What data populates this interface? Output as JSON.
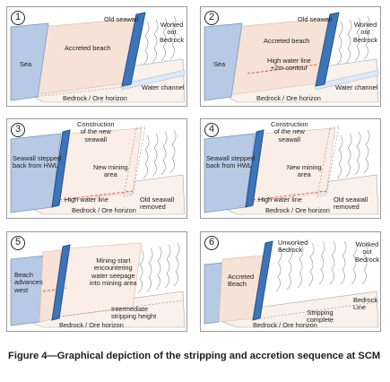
{
  "panels": [
    {
      "number": "1",
      "labels": {
        "old_seawall": "Old seawall",
        "worked_out_bedrock": "Worked\nout\nBedrock",
        "accreted_beach": "Accreted beach",
        "sea": "Sea",
        "water_channel": "Water channel",
        "bedrock_ore": "Bedrock / Ore horizon"
      }
    },
    {
      "number": "2",
      "labels": {
        "old_seawall": "Old seawall",
        "worked_out_bedrock": "Worked\nout\nBedrock",
        "accreted_beach": "Accreted beach",
        "sea": "Sea",
        "high_water_line": "High water line\n+2m contour",
        "water_channel": "Water channel",
        "bedrock_ore": "Bedrock / Ore horizon"
      }
    },
    {
      "number": "3",
      "labels": {
        "construction": "Construction\nof the new\nseawall",
        "seawall_stepped": "Seawall stepped\nback from HWL",
        "new_mining_area": "New mining\narea",
        "high_water_line": "High water line",
        "old_seawall_removed": "Old seawall\nremoved",
        "bedrock_ore": "Bedrock / Ore horizon"
      }
    },
    {
      "number": "4",
      "labels": {
        "construction": "Construction\nof the new\nseawall",
        "seawall_stepped": "Seawall stepped\nback from HWL",
        "new_mining_area": "New mining\narea",
        "high_water_line": "High water line",
        "old_seawall_removed": "Old seawall\nremoved",
        "bedrock_ore": "Bedrock / Ore horizon"
      }
    },
    {
      "number": "5",
      "labels": {
        "beach_advances": "Beach\nadvances\nwest",
        "mining_start": "Mining start\nencountering\nwater seepage\ninto mining area",
        "intermediate": "Intermediate\nstripping height",
        "bedrock_ore": "Bedrock / Ore horizon"
      }
    },
    {
      "number": "6",
      "labels": {
        "unworked_bedrock": "Unworked\nBedrock",
        "worked_out_bedrock": "Worked\nout\nBedrock",
        "accreted_beach": "Accreted\nBeach",
        "bedrock_line": "Bedrock\nLine",
        "stripping_complete": "Stripping\ncomplete",
        "bedrock_ore": "Bedrock / Ore horizon"
      }
    }
  ],
  "caption": "Figure 4—Graphical depiction of the stripping and accretion sequence at SCM",
  "colors": {
    "sea": "#b7c9e4",
    "sea_edge": "#7f98c4",
    "beach": "#f6e2d6",
    "seawall": "#3e74b8",
    "seawall_dark": "#24518f",
    "mining": "#fbeee6",
    "bedrock_stroke": "#9d9d9d"
  }
}
